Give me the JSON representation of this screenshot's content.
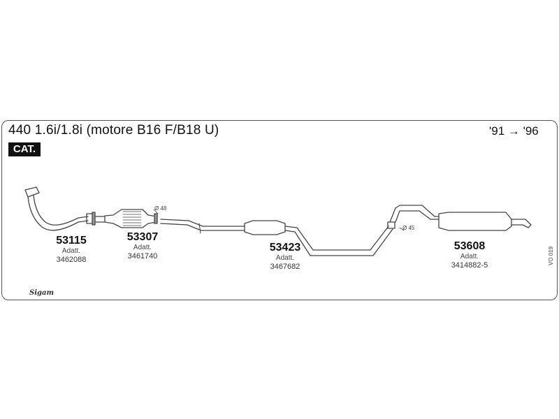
{
  "header": {
    "title": "440 1.6i/1.8i (motore B16 F/B18 U)",
    "years": "'91 → '96",
    "badge": "CAT."
  },
  "adatt_label": "Adatt.",
  "parts": [
    {
      "number": "53115",
      "code": "3462088"
    },
    {
      "number": "53307",
      "code": "3461740"
    },
    {
      "number": "53423",
      "code": "3467682"
    },
    {
      "number": "53608",
      "code": "3414882-5"
    }
  ],
  "diameters": [
    "Ø 48",
    "Ø 45"
  ],
  "reference": "VO 019",
  "logo_text": "Sigam"
}
